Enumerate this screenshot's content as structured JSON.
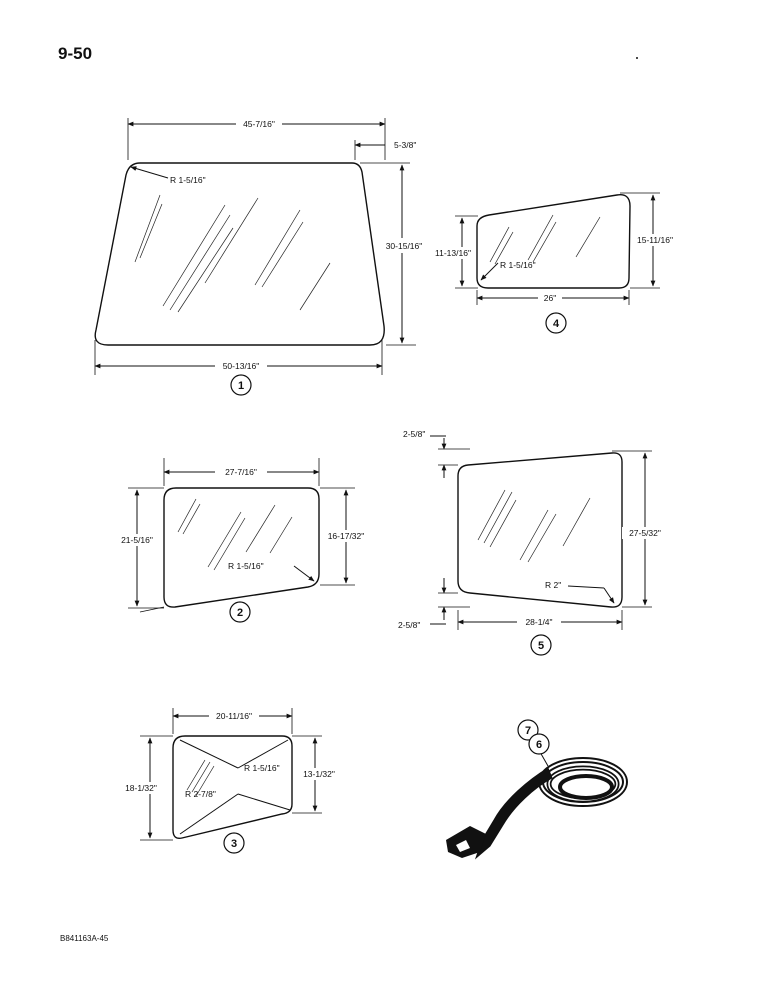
{
  "page": {
    "number": "9-50",
    "part_code": "B841163A-45"
  },
  "panes": {
    "p1": {
      "callout": "1",
      "width_top": "45-7/16\"",
      "offset": "5-3/8\"",
      "radius": "R 1-5/16\"",
      "height": "30-15/16\"",
      "width_bottom": "50-13/16\""
    },
    "p4": {
      "callout": "4",
      "left_height": "11-13/16\"",
      "radius": "R 1-5/16\"",
      "right_height": "15-11/16\"",
      "width": "26\""
    },
    "p2": {
      "callout": "2",
      "width": "27-7/16\"",
      "left_height": "21-5/16\"",
      "right_height": "16-17/32\"",
      "radius": "R 1-5/16\""
    },
    "p5": {
      "callout": "5",
      "top_offset": "2-5/8\"",
      "bottom_offset": "2-5/8\"",
      "height": "27-5/32\"",
      "radius": "R 2\"",
      "width": "28-1/4\""
    },
    "p3": {
      "callout": "3",
      "width": "20-11/16\"",
      "left_height": "18-1/32\"",
      "right_height": "13-1/32\"",
      "radius_small": "R 1-5/16\"",
      "radius_large": "R 2-7/8\""
    },
    "seal": {
      "callout_top": "7",
      "callout_bottom": "6"
    }
  }
}
